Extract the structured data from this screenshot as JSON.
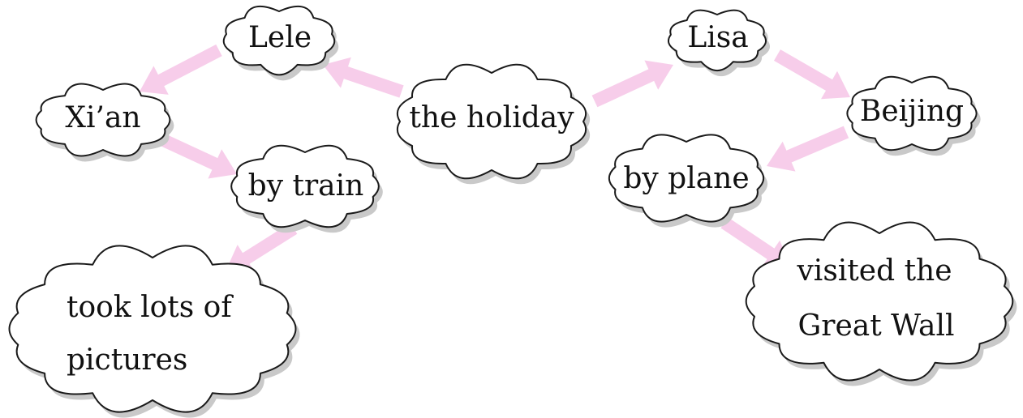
{
  "diagram": {
    "center": "the holiday",
    "people": [
      {
        "name": "Lele",
        "place": "Xi’an",
        "transport": "by train",
        "activity": [
          "took lots of",
          "pictures"
        ]
      },
      {
        "name": "Lisa",
        "place": "Beijing",
        "transport": "by plane",
        "activity": [
          "visited the",
          "Great Wall"
        ]
      }
    ],
    "colors": {
      "arrow": "#f7cdea",
      "cloud_fill": "#ffffff",
      "cloud_outline": "#1a1a1a",
      "cloud_shadow": "#c9c9c9"
    }
  }
}
